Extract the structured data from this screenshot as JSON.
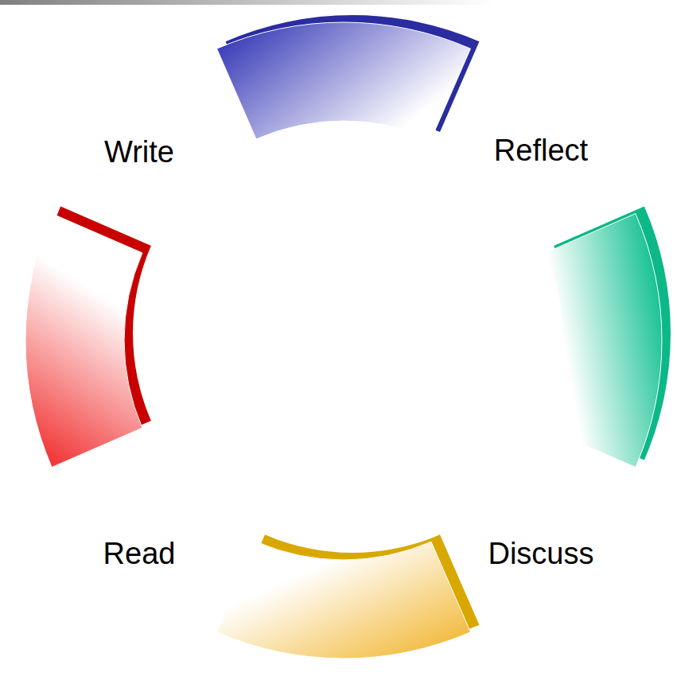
{
  "diagram": {
    "labels": [
      "Write",
      "Reflect",
      "Read",
      "Discuss"
    ]
  }
}
